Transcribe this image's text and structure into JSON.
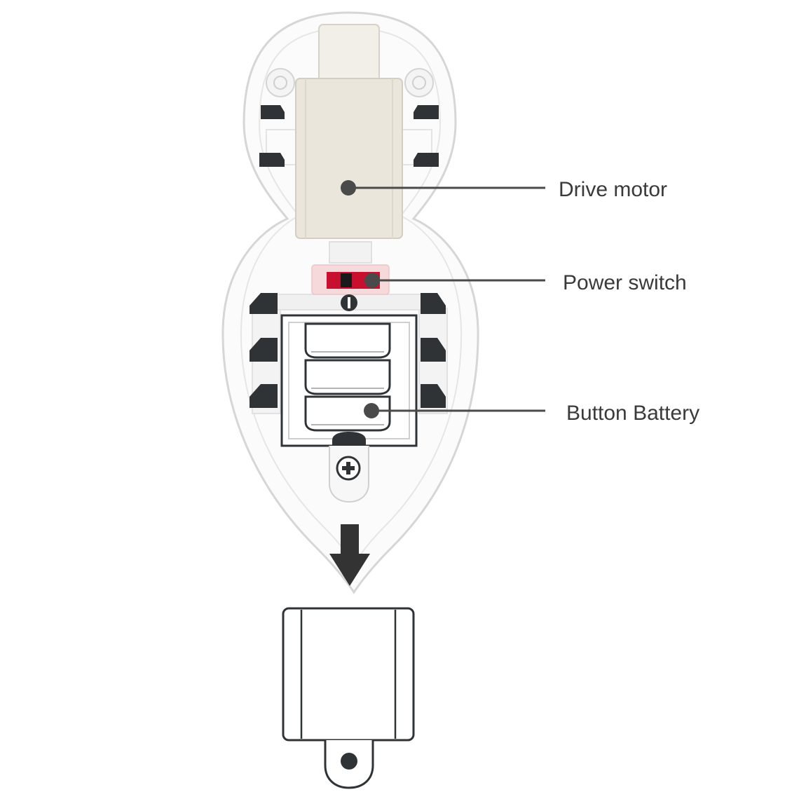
{
  "callouts": {
    "drive_motor": "Drive motor",
    "power_switch": "Power switch",
    "button_battery": "Button Battery"
  },
  "polarity": {
    "negative": "−",
    "positive": "+"
  },
  "colors": {
    "shell_outline": "#d9d9d9",
    "motor_fill": "#ebe6dc",
    "switch_red": "#c8102e",
    "switch_pad": "#f6d9da",
    "clip_dark": "#2f3336",
    "leader_line": "#4a4a4a",
    "label_text": "#3a3a3a"
  },
  "icons": {
    "arrow": "down-arrow-icon",
    "negative": "minus-icon",
    "positive": "plus-screw-icon"
  }
}
